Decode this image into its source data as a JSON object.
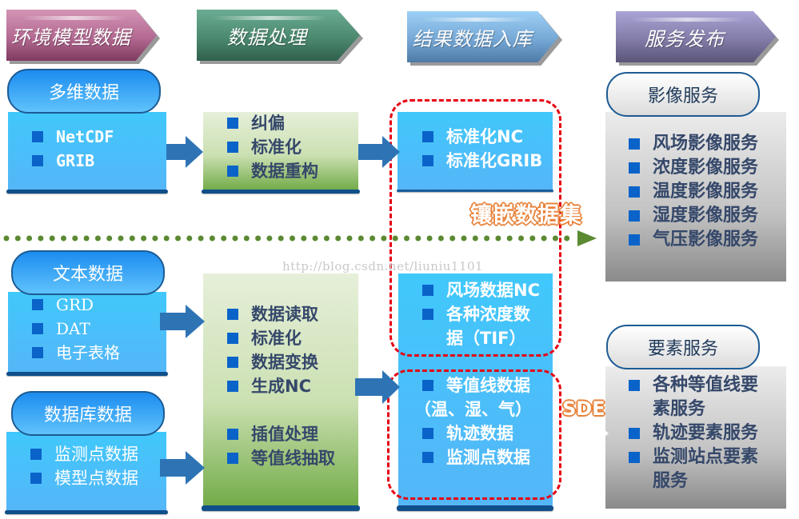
{
  "stages": [
    {
      "label": "环境模型数据",
      "color_top": "#cf8fb0",
      "color_bottom": "#7e3a5f"
    },
    {
      "label": "数据处理",
      "color_top": "#5fa48a",
      "color_bottom": "#2f5f4b"
    },
    {
      "label": "结果数据入库",
      "color_top": "#8fc6ef",
      "color_bottom": "#4e7aa6"
    },
    {
      "label": "服务发布",
      "color_top": "#a59fd0",
      "color_bottom": "#5a5578"
    }
  ],
  "sources": {
    "multidim": {
      "title": "多维数据",
      "items": [
        "NetCDF",
        "GRIB"
      ]
    },
    "text": {
      "title": "文本数据",
      "items": [
        "GRD",
        "DAT",
        "电子表格"
      ]
    },
    "database": {
      "title": "数据库数据",
      "items": [
        "监测点数据",
        "模型点数据"
      ]
    }
  },
  "processing": {
    "top": {
      "items": [
        "纠偏",
        "标准化",
        "数据重构"
      ]
    },
    "bottom": {
      "items": [
        "数据读取",
        "标准化",
        "数据变换",
        "生成NC",
        "插值处理",
        "等值线抽取"
      ]
    }
  },
  "results": {
    "top": {
      "items": [
        "标准化NC",
        "标准化GRIB"
      ]
    },
    "middle": {
      "items": [
        "风场数据NC",
        "各种浓度数据（TIF）"
      ],
      "item2_line1": "各种浓度数",
      "item2_line2": "据（TIF）"
    },
    "bottom": {
      "item1_line1": "等值线数据",
      "item1_line2": "（温、湿、气）",
      "items": [
        "轨迹数据",
        "监测点数据"
      ]
    },
    "mosaic_label": "镶嵌数据集",
    "sde_label": "SDE"
  },
  "services": {
    "image": {
      "title": "影像服务",
      "items": [
        "风场影像服务",
        "浓度影像服务",
        "温度影像服务",
        "湿度影像服务",
        "气压影像服务"
      ]
    },
    "feature": {
      "title": "要素服务",
      "item1_line1": "各种等值线要",
      "item1_line2": "素服务",
      "item2": "轨迹要素服务",
      "item3_line1": "监测站点要素",
      "item3_line2": "服务"
    }
  },
  "watermark": "http://blog.csdn.net/liuniu1101",
  "colors": {
    "arrow": "#2e74b5",
    "dotted_line": "#5b8a32",
    "dashed_region": "#e60012",
    "bullet": "#0a63c9"
  }
}
